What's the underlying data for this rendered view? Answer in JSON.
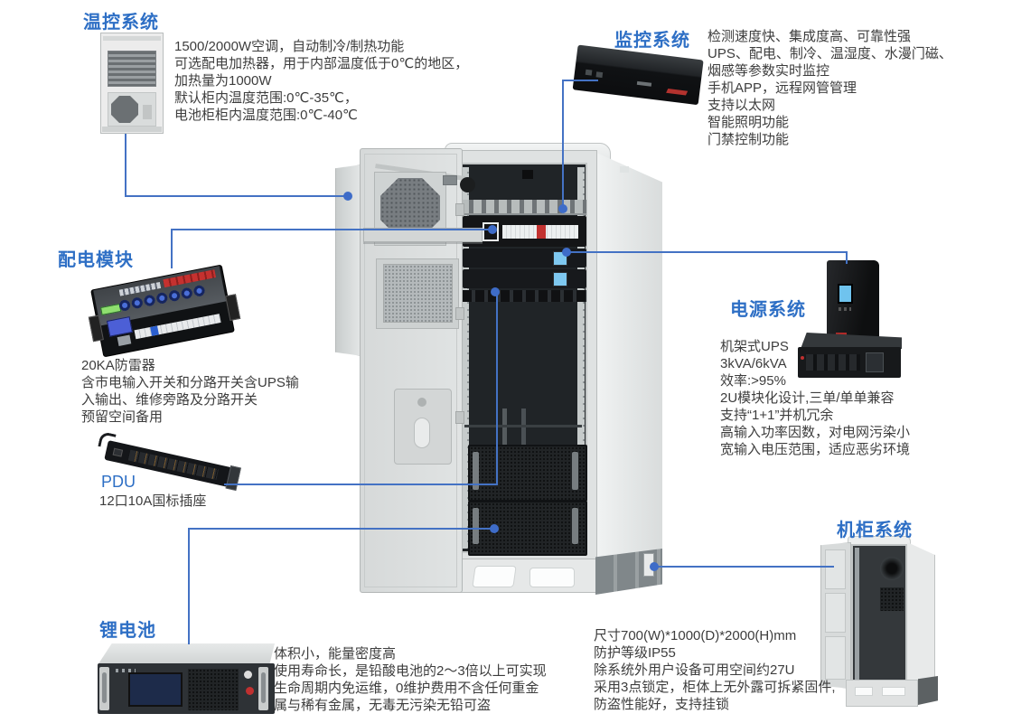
{
  "colors": {
    "title_blue": "#2e6fc5",
    "line_blue": "#4472c4",
    "dot_blue": "#3e6cc8",
    "text": "#3d3d3d"
  },
  "sections": {
    "temp_control": {
      "title": "温控系统",
      "lines": [
        "1500/2000W空调，自动制冷/制热功能",
        "可选配电加热器，用于内部温度低于0℃的地区，",
        "加热量为1000W",
        "默认柜内温度范围:0℃-35℃，",
        "电池柜柜内温度范围:0℃-40℃"
      ]
    },
    "monitoring": {
      "title": "监控系统",
      "lines": [
        "检测速度快、集成度高、可靠性强",
        "UPS、配电、制冷、温湿度、水漫门磁、",
        "烟感等参数实时监控",
        "手机APP，远程网管管理",
        "支持以太网",
        "智能照明功能",
        "门禁控制功能"
      ]
    },
    "power_distribution": {
      "title": "配电模块",
      "lines": [
        "20KA防雷器",
        "含市电输入开关和分路开关含UPS输",
        "入输出、维修旁路及分路开关",
        "预留空间备用"
      ]
    },
    "pdu": {
      "title": "PDU",
      "lines": [
        "12口10A国标插座"
      ]
    },
    "battery": {
      "title": "锂电池",
      "lines": [
        "体积小，能量密度高",
        "使用寿命长，是铅酸电池的2～3倍以上可实现",
        "生命周期内免运维，0维护费用不含任何重金",
        "属与稀有金属，无毒无污染无铅可盗"
      ]
    },
    "power_system": {
      "title": "电源系统",
      "lines": [
        "机架式UPS",
        "3kVA/6kVA",
        "效率:>95%",
        "2U模块化设计,三单/单单兼容",
        "支持“1+1”并机冗余",
        "高输入功率因数，对电网污染小",
        "宽输入电压范围，适应恶劣环境"
      ]
    },
    "cabinet_system": {
      "title": "机柜系统",
      "lines": [
        "尺寸700(W)*1000(D)*2000(H)mm",
        "防护等级IP55",
        "除系统外用户设备可用空间约27U",
        "采用3点锁定，柜体上无外露可拆紧固件,",
        "防盗性能好，支持挂锁"
      ]
    }
  }
}
